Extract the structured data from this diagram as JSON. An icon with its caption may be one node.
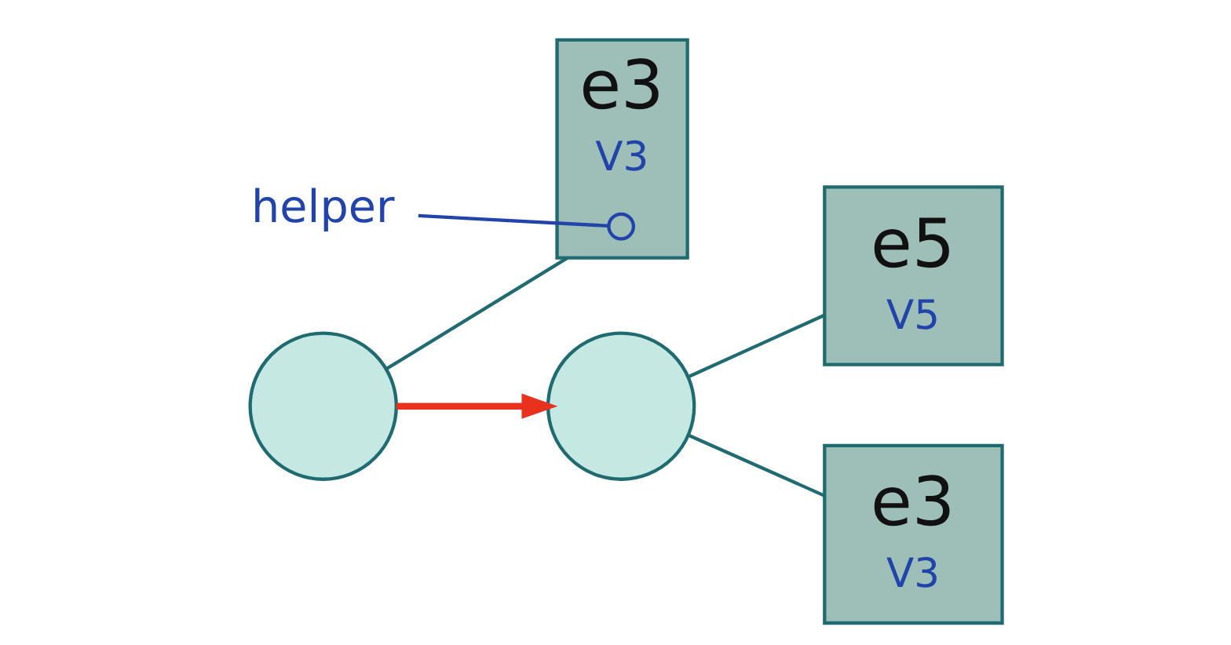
{
  "diagram": {
    "nodes": [
      {
        "text": [],
        "shape": "circle"
      },
      {
        "text": [
          "e3",
          "V3"
        ]
      },
      {
        "text": [],
        "shape": "circle",
        "in": 1
      },
      {
        "text": [
          "helper"
        ]
      },
      {
        "text": [],
        "shape": "circle"
      },
      {
        "text": [
          "e5",
          "V5"
        ]
      },
      {
        "text": [
          "e3",
          "V3"
        ]
      }
    ],
    "edges": [
      {
        "from": 0,
        "to": 1,
        "arrow": "none"
      },
      {
        "from": 3,
        "to": 2,
        "arrow": "none",
        "color": "#2244aa"
      },
      {
        "from": 0,
        "to": 4,
        "arrow": "to",
        "color": "#e8321e",
        "style": "thick"
      },
      {
        "from": 4,
        "to": 5,
        "arrow": "none"
      },
      {
        "from": 4,
        "to": 6,
        "arrow": "none"
      }
    ]
  }
}
